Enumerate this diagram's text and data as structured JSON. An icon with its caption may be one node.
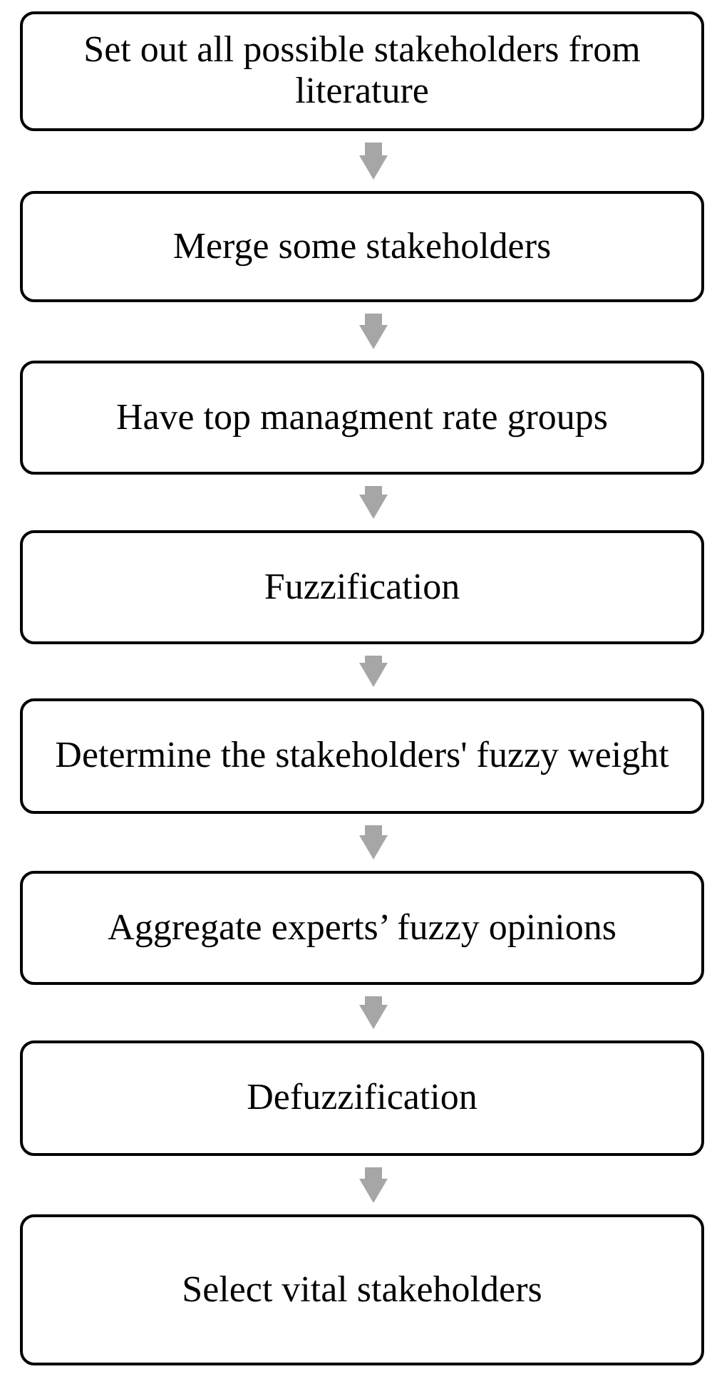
{
  "diagram": {
    "nodes": [
      {
        "text": [
          "Set out all possible stakeholders from literature"
        ]
      },
      {
        "text": [
          "Merge some stakeholders"
        ]
      },
      {
        "text": [
          "Have top managment rate groups"
        ]
      },
      {
        "text": [
          "Fuzzification"
        ]
      },
      {
        "text": [
          "Determine the stakeholders' fuzzy weight"
        ]
      },
      {
        "text": [
          "Aggregate experts’ fuzzy opinions"
        ]
      },
      {
        "text": [
          "Defuzzification"
        ]
      },
      {
        "text": [
          "Select vital stakeholders"
        ]
      }
    ],
    "edges": [
      {
        "from": 0,
        "to": 1,
        "arrow": "to"
      },
      {
        "from": 1,
        "to": 2,
        "arrow": "to"
      },
      {
        "from": 2,
        "to": 3,
        "arrow": "to"
      },
      {
        "from": 3,
        "to": 4,
        "arrow": "to"
      },
      {
        "from": 4,
        "to": 5,
        "arrow": "to"
      },
      {
        "from": 5,
        "to": 6,
        "arrow": "to"
      },
      {
        "from": 6,
        "to": 7,
        "arrow": "to"
      }
    ]
  }
}
